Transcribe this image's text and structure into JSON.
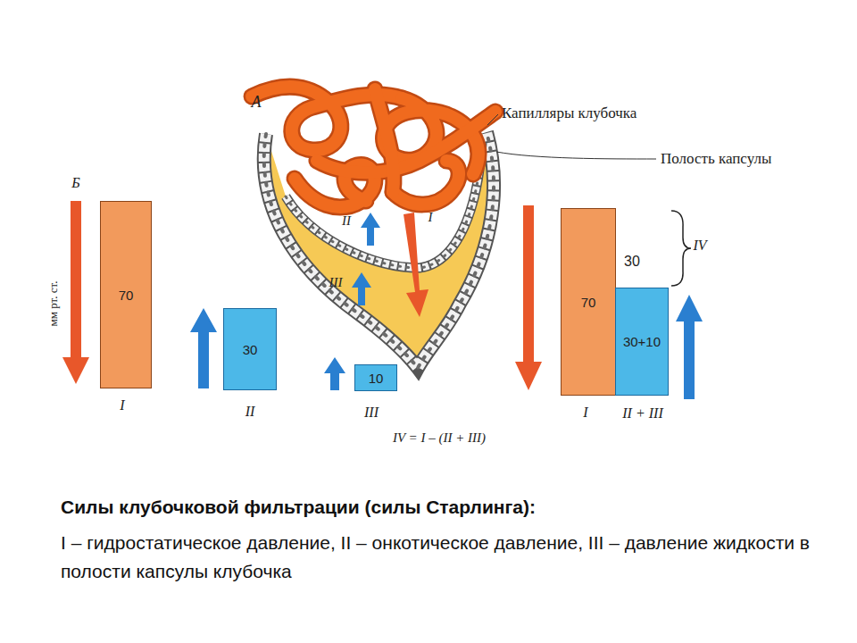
{
  "diagram": {
    "title": "Силы клубочковой фильтрации (силы Старлинга):",
    "caption": "I – гидростатическое давление, II – онкотическое давление, III – давление жидкости в полости капсулы клубочка",
    "nodes": [
      {
        "text": [
          "70"
        ]
      },
      {
        "text": [
          "30"
        ]
      },
      {
        "text": [
          "10"
        ]
      },
      {
        "text": [
          "70"
        ]
      },
      {
        "text": [
          "30+10"
        ]
      }
    ],
    "labels": [
      "А",
      "Капилляры клубочка",
      "Полость капсулы",
      "Б",
      "мм рт. ст.",
      "II",
      "I",
      "III",
      "I",
      "II",
      "III",
      "IV = I – (II + III)",
      "30",
      "IV",
      "I",
      "II + III"
    ]
  }
}
